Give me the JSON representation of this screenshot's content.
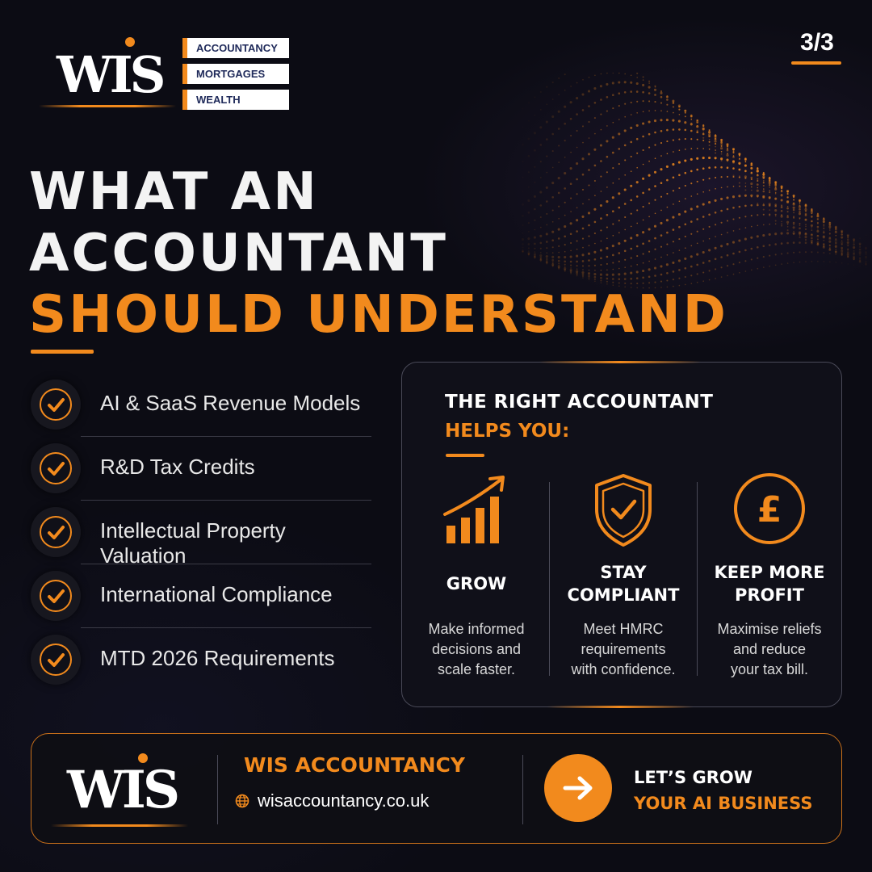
{
  "brand": {
    "logo_text": "WIS",
    "services": [
      "ACCOUNTANCY",
      "MORTGAGES",
      "WEALTH"
    ]
  },
  "page_counter": "3/3",
  "headline": {
    "line1": "WHAT AN",
    "line2": "ACCOUNTANT",
    "line3": "SHOULD UNDERSTAND"
  },
  "checklist": [
    "AI & SaaS Revenue Models",
    "R&D Tax Credits",
    "Intellectual Property Valuation",
    "International Compliance",
    "MTD 2026 Requirements"
  ],
  "card": {
    "title": "THE RIGHT ACCOUNTANT",
    "subtitle": "HELPS YOU:",
    "benefits": [
      {
        "icon": "growth-chart-icon",
        "title": "GROW",
        "desc": "Make informed\ndecisions and\nscale faster."
      },
      {
        "icon": "shield-check-icon",
        "title": "STAY\nCOMPLIANT",
        "desc": "Meet HMRC\nrequirements\nwith confidence."
      },
      {
        "icon": "pound-coin-icon",
        "title": "KEEP MORE\nPROFIT",
        "desc": "Maximise reliefs\nand reduce\nyour tax bill."
      }
    ]
  },
  "footer": {
    "brand_name": "WIS ACCOUNTANCY",
    "url": "wisaccountancy.co.uk",
    "cta_line1": "LET’S GROW",
    "cta_line2": "YOUR AI BUSINESS"
  },
  "colors": {
    "background": "#0c0c14",
    "accent": "#f28a1d",
    "navy": "#1f2a5a",
    "text": "#ffffff"
  }
}
